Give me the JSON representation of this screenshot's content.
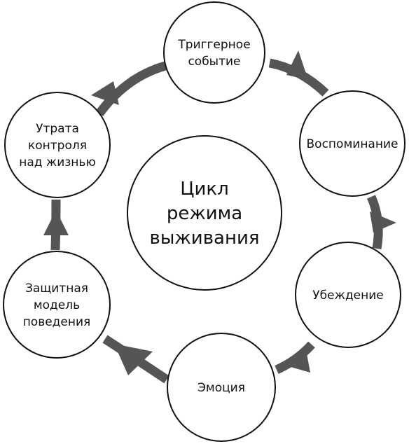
{
  "center": {
    "lines": [
      "Цикл",
      "режима",
      "выживания"
    ]
  },
  "nodes": [
    {
      "id": "trigger",
      "lines": [
        "Триггерное",
        "событие"
      ]
    },
    {
      "id": "memory",
      "lines": [
        "Воспоминание"
      ]
    },
    {
      "id": "belief",
      "lines": [
        "Убеждение"
      ]
    },
    {
      "id": "emotion",
      "lines": [
        "Эмоция"
      ]
    },
    {
      "id": "defense",
      "lines": [
        "Защитная",
        "модель",
        "поведения"
      ]
    },
    {
      "id": "loss",
      "lines": [
        "Утрата",
        "контроля",
        "над жизнью"
      ]
    }
  ],
  "colors": {
    "arrow": "#555555",
    "stroke": "#111111",
    "text": "#111111",
    "background": "#ffffff"
  }
}
